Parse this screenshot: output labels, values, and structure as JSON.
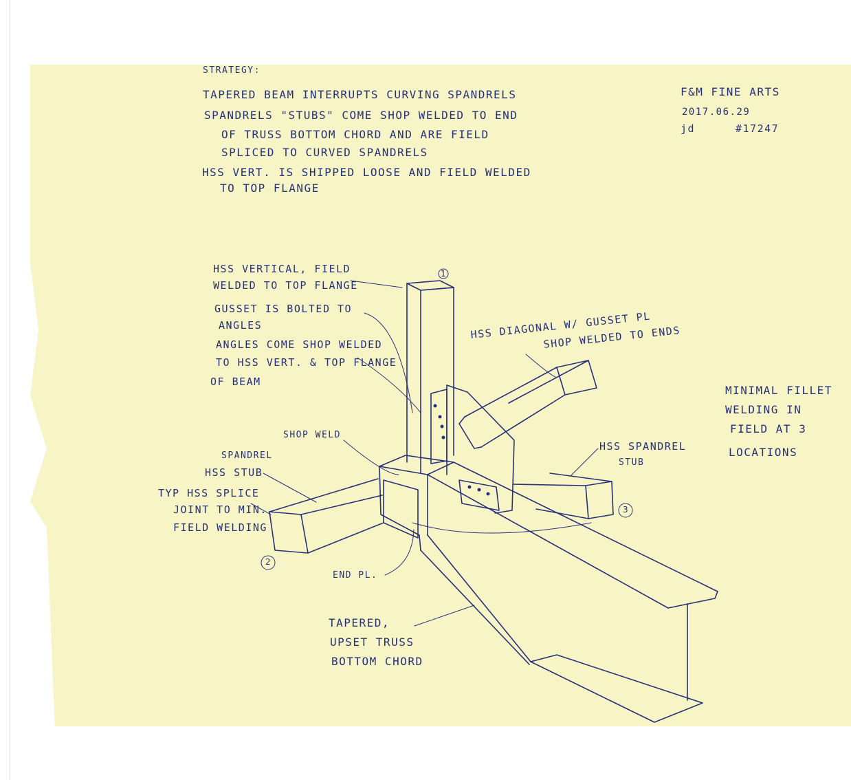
{
  "header": {
    "strategy_title": "STRATEGY:",
    "lines": [
      "TAPERED BEAM INTERRUPTS CURVING SPANDRELS",
      "SPANDRELS \"STUBS\" COME SHOP WELDED TO END",
      "OF TRUSS BOTTOM CHORD AND ARE FIELD",
      "SPLICED TO CURVED SPANDRELS",
      "HSS VERT. IS SHIPPED LOOSE AND FIELD WELDED",
      "TO TOP FLANGE"
    ]
  },
  "title_block": {
    "company": "F&M FINE ARTS",
    "date": "2017.06.29",
    "initials": "jd",
    "job_number": "#17247"
  },
  "note": {
    "lines": [
      "MINIMAL FILLET",
      "WELDING IN",
      "FIELD AT 3",
      "LOCATIONS"
    ]
  },
  "labels": {
    "hss_vertical": [
      "HSS VERTICAL, FIELD",
      "WELDED TO TOP FLANGE"
    ],
    "gusset": [
      "GUSSET IS BOLTED TO",
      "ANGLES"
    ],
    "angles": [
      "ANGLES COME SHOP WELDED",
      "TO HSS VERT. & TOP FLANGE",
      "OF BEAM"
    ],
    "hss_diagonal": [
      "HSS DIAGONAL W/ GUSSET PL",
      "SHOP WELDED TO ENDS"
    ],
    "shop_weld": "SHOP WELD",
    "spandrel_stub_left": [
      "SPANDREL",
      "HSS STUB"
    ],
    "splice": [
      "TYP HSS SPLICE",
      "JOINT TO MIN.",
      "FIELD WELDING"
    ],
    "hss_spandrel_stub_right": [
      "HSS SPANDREL",
      "STUB"
    ],
    "end_plate": "END PL.",
    "tapered_chord": [
      "TAPERED,",
      "UPSET TRUSS",
      "BOTTOM CHORD"
    ]
  },
  "callouts": [
    "1",
    "2",
    "3"
  ],
  "colors": {
    "paper": "#f7f5c6",
    "ink": "#25307a",
    "background": "#ffffff"
  }
}
